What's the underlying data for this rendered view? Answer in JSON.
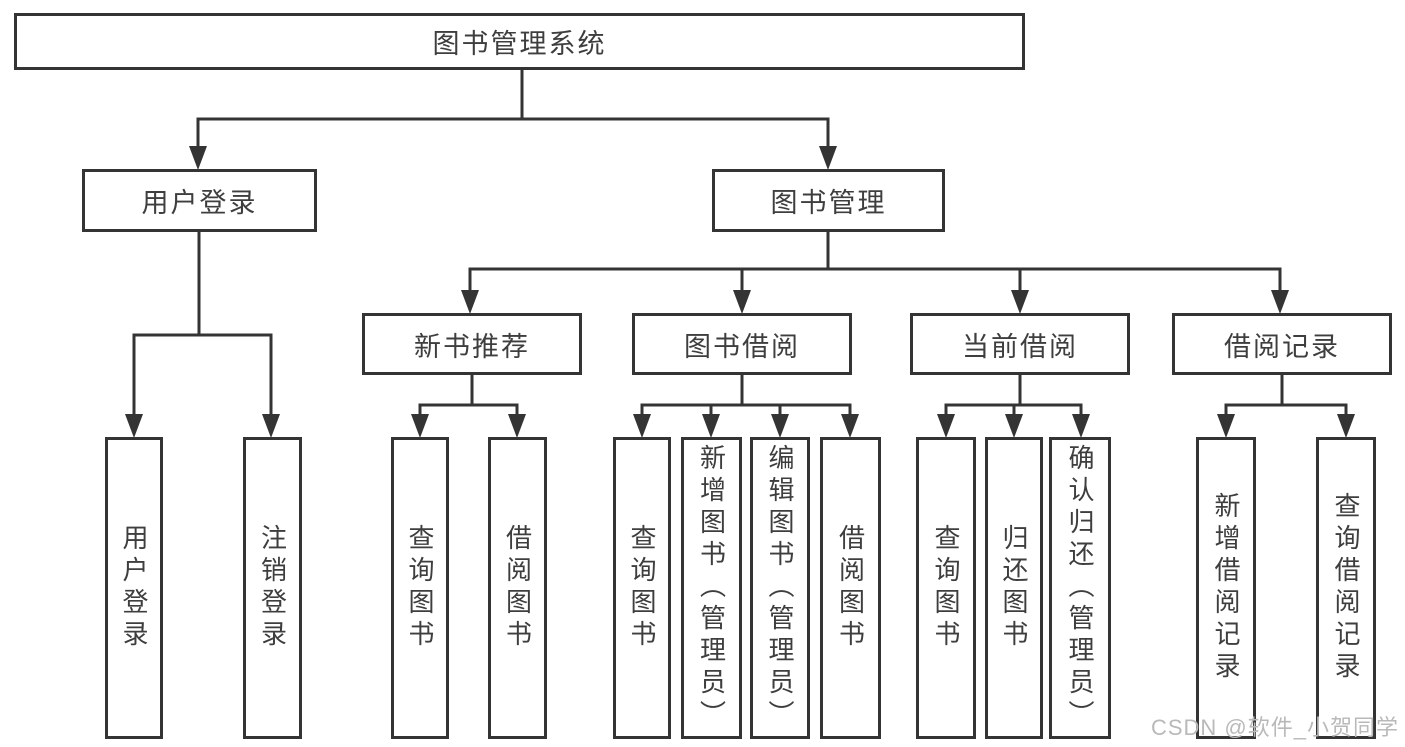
{
  "diagram": {
    "root": {
      "label": "图书管理系统"
    },
    "level2": [
      {
        "label": "用户登录"
      },
      {
        "label": "图书管理"
      }
    ],
    "level3": [
      {
        "label": "新书推荐"
      },
      {
        "label": "图书借阅"
      },
      {
        "label": "当前借阅"
      },
      {
        "label": "借阅记录"
      }
    ],
    "leaves": [
      {
        "label": "用户登录"
      },
      {
        "label": "注销登录"
      },
      {
        "label": "查询图书"
      },
      {
        "label": "借阅图书"
      },
      {
        "label": "查询图书"
      },
      {
        "label": "新增图书（管理员）"
      },
      {
        "label": "编辑图书（管理员）"
      },
      {
        "label": "借阅图书"
      },
      {
        "label": "查询图书"
      },
      {
        "label": "归还图书"
      },
      {
        "label": "确认归还（管理员）"
      },
      {
        "label": "新增借阅记录"
      },
      {
        "label": "查询借阅记录"
      }
    ]
  },
  "watermark": "CSDN @软件_小贺同学",
  "colors": {
    "line": "#343434",
    "text": "#3e3e3e",
    "watermark": "#b9b9b9",
    "background": "#ffffff"
  }
}
